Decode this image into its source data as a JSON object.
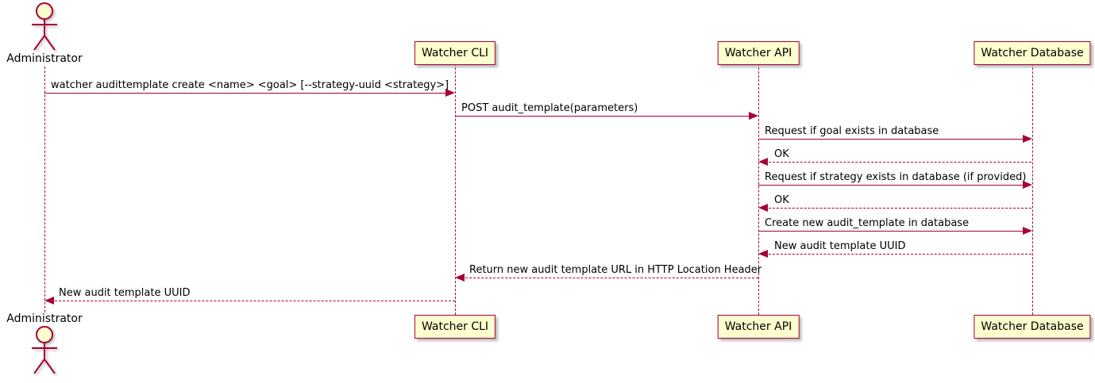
{
  "diagram_type": "uml-sequence-diagram",
  "participants": {
    "administrator": "Administrator",
    "cli": "Watcher CLI",
    "api": "Watcher API",
    "db": "Watcher Database"
  },
  "colors": {
    "line": "#A80036",
    "participant_fill": "#FEFECE",
    "text": "#000000",
    "background": "#FFFFFF"
  },
  "messages": [
    {
      "from": "Administrator",
      "to": "Watcher CLI",
      "arrow": "solid",
      "label": "watcher audittemplate create <name> <goal> [--strategy-uuid <strategy>]"
    },
    {
      "from": "Watcher CLI",
      "to": "Watcher API",
      "arrow": "solid",
      "label": "POST audit_template(parameters)"
    },
    {
      "from": "Watcher API",
      "to": "Watcher Database",
      "arrow": "solid",
      "label": "Request if goal exists in database"
    },
    {
      "from": "Watcher Database",
      "to": "Watcher API",
      "arrow": "dashed",
      "label": "OK"
    },
    {
      "from": "Watcher API",
      "to": "Watcher Database",
      "arrow": "solid",
      "label": "Request if strategy exists in database (if provided)"
    },
    {
      "from": "Watcher Database",
      "to": "Watcher API",
      "arrow": "dashed",
      "label": "OK"
    },
    {
      "from": "Watcher API",
      "to": "Watcher Database",
      "arrow": "solid",
      "label": "Create new audit_template in database"
    },
    {
      "from": "Watcher Database",
      "to": "Watcher API",
      "arrow": "dashed",
      "label": "New audit template UUID"
    },
    {
      "from": "Watcher API",
      "to": "Watcher CLI",
      "arrow": "dashed",
      "label": "Return new audit template URL in HTTP Location Header"
    },
    {
      "from": "Watcher CLI",
      "to": "Administrator",
      "arrow": "dashed",
      "label": "New audit template UUID"
    }
  ]
}
